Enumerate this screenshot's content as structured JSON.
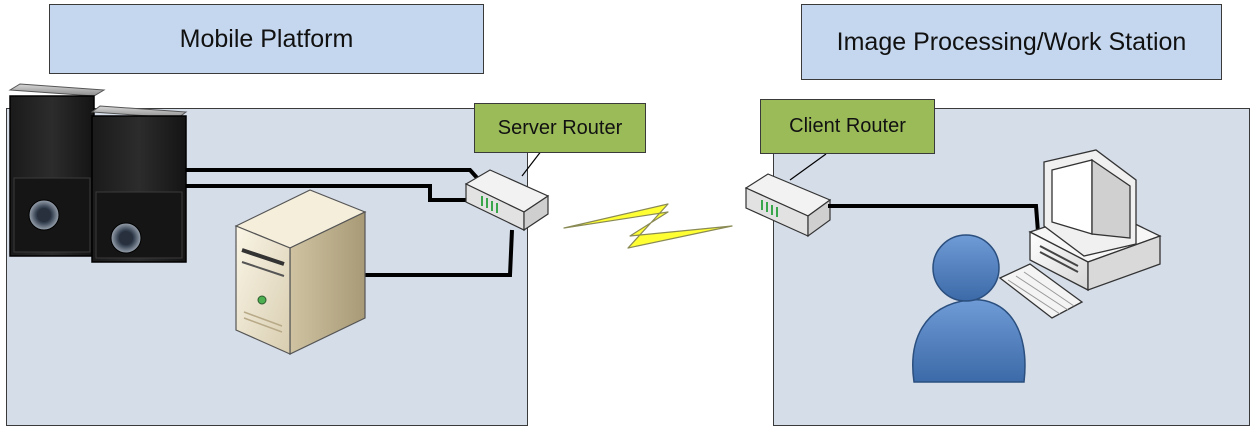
{
  "zones": {
    "left_title": "Mobile Platform",
    "right_title": "Image Processing/Work Station"
  },
  "routers": {
    "server_label": "Server Router",
    "client_label": "Client Router"
  },
  "icons": {
    "camera_units": "security-camera-icon",
    "server": "server-tower-icon",
    "router": "router-icon",
    "link": "lightning-bolt-icon",
    "user": "user-icon",
    "workstation": "computer-workstation-icon"
  },
  "colors": {
    "zone_fill": "#d5dde9",
    "title_fill": "#c5d7ee",
    "label_fill": "#9bbb59",
    "bolt_fill": "#ffff33",
    "user_fill": "#4f81bd"
  }
}
